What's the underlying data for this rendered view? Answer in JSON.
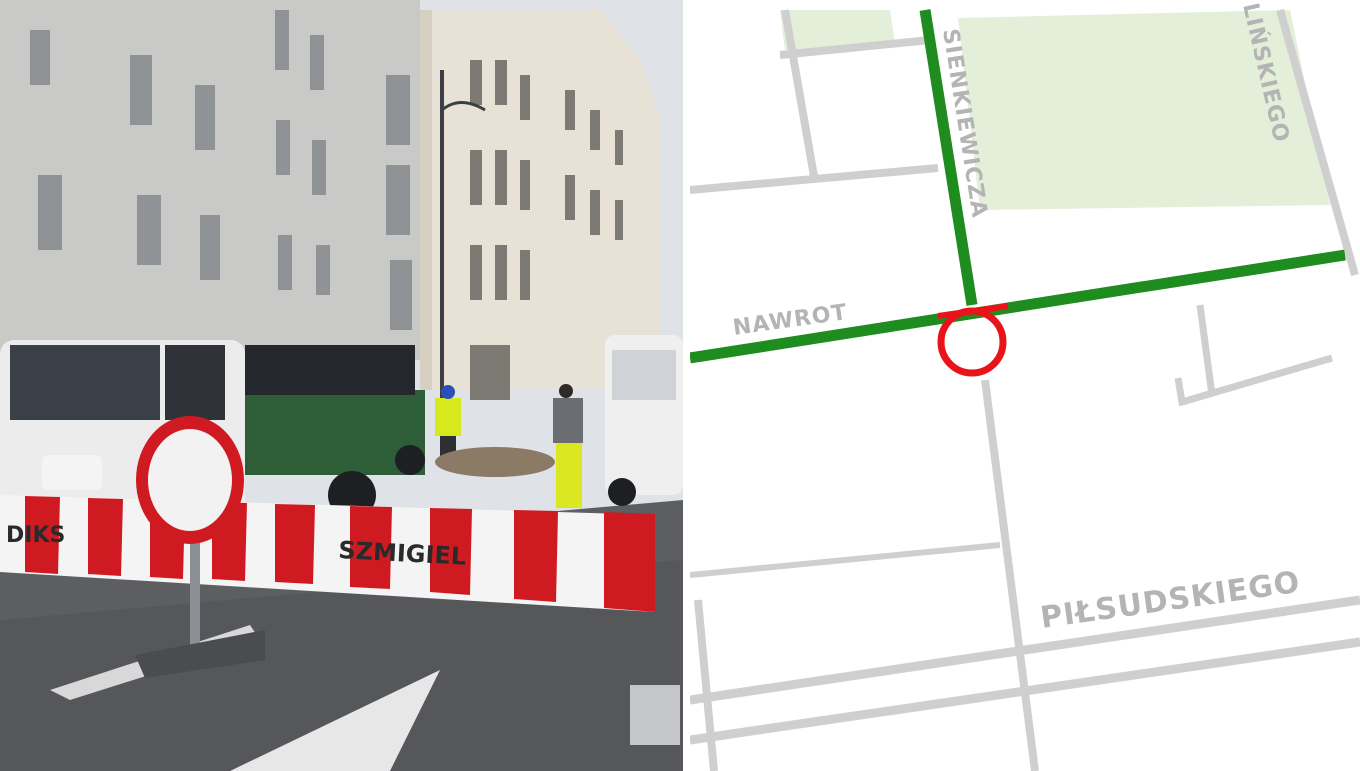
{
  "photo": {
    "barrier_text_left": "DIKS",
    "barrier_text_main": "SZMIGIEL",
    "barrier_colors": {
      "red": "#d01a22",
      "white": "#f4f4f4"
    }
  },
  "map": {
    "streets": {
      "sienkiewicza": "SIENKIEWICZA",
      "nawrot": "NAWROT",
      "kilinskiego": "LIŃSKIEGO",
      "pilsudskiego": "PIŁSUDSKIEGO"
    },
    "colors": {
      "closed_route": "#1e8c1e",
      "marker": "#e8141a",
      "road": "#cfcfcf",
      "park": "#e3efd9",
      "label": "#b4b4b4"
    }
  }
}
